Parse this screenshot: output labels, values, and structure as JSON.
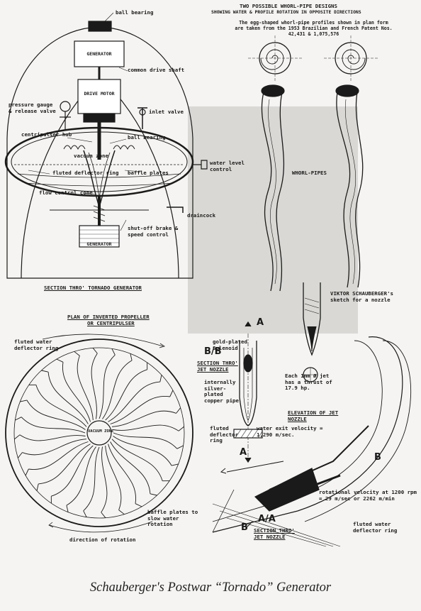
{
  "generator": {
    "ball_bearing_top": "ball bearing",
    "generator_box": "GENERATOR",
    "drive_shaft": "common drive shaft",
    "drive_motor_box": "DRIVE MOTOR",
    "pressure_gauge": "pressure gauge & release valve",
    "inlet_valve": "inlet valve",
    "centripulser_hub": "centripulser hub",
    "ball_bearing": "ball bearing",
    "vacuum_zone": "vacuum zone",
    "water_level": "water level control",
    "deflector_ring": "fluted deflector ring",
    "baffle_plates": "baffle plates",
    "flow_cone": "flow control cone",
    "draincock": "draincock",
    "generator_bottom": "GENERATOR",
    "brake": "shut-off brake & speed control",
    "section_title": "SECTION THRO' TORNADO GENERATOR"
  },
  "whorl": {
    "title_line1": "TWO POSSIBLE WHORL-PIPE DESIGNS",
    "title_line2": "SHOWING WATER & PROFILE ROTATION IN OPPOSITE DIRECTIONS",
    "note": "The egg-shaped whorl-pipe profiles shown in plan form are taken from the 1953 Brazilian and French Patent Nos. 42,431 & 1,075,576",
    "pipes_label": "WHORL-PIPES"
  },
  "nozzle": {
    "sketch": "VIKTOR SCHAUBERGER's sketch for a nozzle",
    "thrust": "Each 1mm Ø jet has a thrust of 17.9 hp.",
    "elevation": "ELEVATION OF JET NOZZLE",
    "marker_a_top": "A",
    "gold": "gold-plated Solenoid",
    "bb": "B/B",
    "bb_title": "SECTION THRO' JET NOZZLE",
    "silver": "internally silver-plated copper pipe",
    "fluted_ring": "fluted deflector ring",
    "exit_velocity": "water exit velocity = 1,290 m/sec.",
    "marker_a_bottom": "A",
    "aa": "A/A",
    "aa_title": "SECTION THRO' JET NOZZLE",
    "rot_velocity": "rotational velocity at 1200 rpm = 29 m/sec or 2262 m/min",
    "fluted_ring2": "fluted water deflector ring",
    "marker_b1": "B",
    "marker_b2": "B"
  },
  "propeller": {
    "title_line1": "PLAN OF INVERTED PROPELLER",
    "title_line2": "OR CENTRIPULSER",
    "deflector": "fluted water deflector ring",
    "vacuum_zone": "VACUUM ZONE",
    "baffle": "baffle plates to slow water rotation",
    "rotation": "direction of rotation"
  },
  "caption": "Schauberger's Postwar “Tornado” Generator"
}
